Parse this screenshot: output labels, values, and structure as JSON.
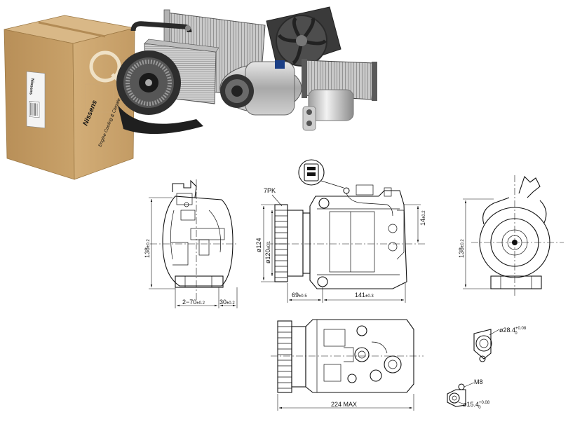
{
  "brand": {
    "logo_text": "Nissens",
    "box_side_text": "Engine Cooling & Climate"
  },
  "dimensions": {
    "height_left": "138",
    "height_left_tol": "±0.2",
    "bottom_left_a": "2−70",
    "bottom_left_a_tol": "±0.2",
    "bottom_left_b": "30",
    "bottom_left_b_tol": "±0.2",
    "pulley_label": "7PK",
    "pulley_dia_outer": "ø124",
    "pulley_dia_inner": "ø120",
    "pulley_dia_inner_tol": "±0.1",
    "mount_offset": "69",
    "mount_offset_tol": "±0.5",
    "body_length": "141",
    "body_length_tol": "±0.3",
    "vertical_offset": "14",
    "vertical_offset_tol": "±0.2",
    "height_right": "138",
    "height_right_tol": "±0.2",
    "total_length": "224  MAX",
    "port_large": "ø28.4",
    "port_large_tol_up": "+0.08",
    "port_large_tol_down": "0",
    "thread": "M8",
    "port_small": "ø15.4",
    "port_small_tol_up": "+0.08",
    "port_small_tol_down": "0"
  },
  "colors": {
    "box": "#c29a63",
    "box_dark": "#a07a48",
    "box_light": "#d8b683",
    "brand_blue": "#1d3f8f",
    "metal": "#9a9a9a",
    "dark": "#222222"
  },
  "icons": [
    "connector-detail-icon"
  ]
}
